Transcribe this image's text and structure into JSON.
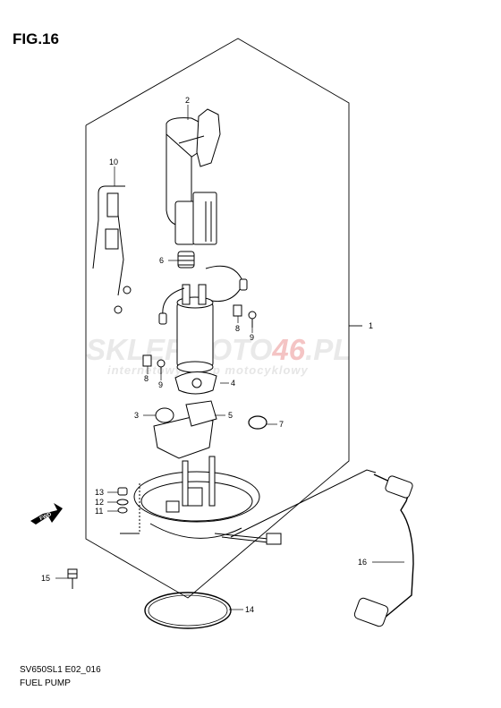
{
  "figure": {
    "title": "FIG.16",
    "code": "SV650SL1 E02_016",
    "subtitle": "FUEL PUMP"
  },
  "watermark": {
    "brand_left": "SKLEPMOTO",
    "brand_accent": "46",
    "brand_right": ".PL",
    "tagline": "internetowy sklep motocyklowy"
  },
  "direction_marker": "FWD",
  "callouts": [
    {
      "id": "c1",
      "label": "1"
    },
    {
      "id": "c2",
      "label": "2"
    },
    {
      "id": "c3",
      "label": "3"
    },
    {
      "id": "c4",
      "label": "4"
    },
    {
      "id": "c5",
      "label": "5"
    },
    {
      "id": "c6",
      "label": "6"
    },
    {
      "id": "c7",
      "label": "7"
    },
    {
      "id": "c8a",
      "label": "8"
    },
    {
      "id": "c8b",
      "label": "8"
    },
    {
      "id": "c9a",
      "label": "9"
    },
    {
      "id": "c9b",
      "label": "9"
    },
    {
      "id": "c10",
      "label": "10"
    },
    {
      "id": "c11",
      "label": "11"
    },
    {
      "id": "c12",
      "label": "12"
    },
    {
      "id": "c13",
      "label": "13"
    },
    {
      "id": "c14",
      "label": "14"
    },
    {
      "id": "c15",
      "label": "15"
    },
    {
      "id": "c16",
      "label": "16"
    }
  ]
}
